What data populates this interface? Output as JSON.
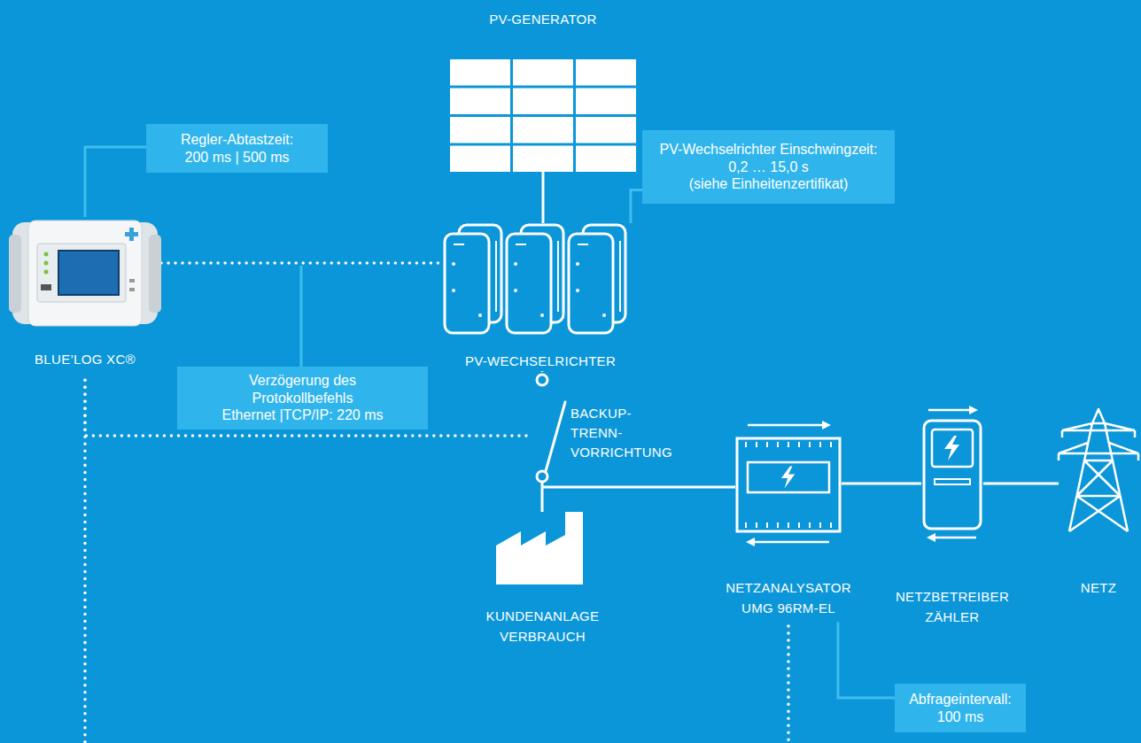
{
  "diagram": {
    "nodes": [
      {
        "text": [
          "PV-GENERATOR"
        ]
      },
      {
        "text": [
          "Regler-Abtastzeit: 200 ms | 500 ms"
        ]
      },
      {
        "text": [
          "PV-Wechselrichter Einschwingzeit: 0,2 … 15,0 s",
          "(siehe Einheitenzertifikat)"
        ]
      },
      {
        "text": [
          "BLUE’LOG XC®"
        ]
      },
      {
        "text": [
          "Verzögerung des Protokollbefehls",
          "Ethernet |TCP/IP: 220 ms"
        ]
      },
      {
        "text": [
          "PV-WECHSELRICHTER"
        ]
      },
      {
        "text": [
          "BACKUP- TRENN- VORRICHTUNG"
        ]
      },
      {
        "text": [
          "NETZANALYSATOR UMG 96RM-EL"
        ]
      },
      {
        "text": [
          "NETZBETREIBER ZÄHLER"
        ]
      },
      {
        "text": [
          "NETZ"
        ]
      },
      {
        "text": [
          "KUNDENANLAGE VERBRAUCH"
        ]
      },
      {
        "text": [
          "Abfrageintervall: 100 ms"
        ]
      }
    ],
    "edges": [
      {
        "from": 0,
        "to": 5,
        "arrow": "none"
      },
      {
        "from": 3,
        "to": 5,
        "arrow": "none"
      },
      {
        "from": 5,
        "to": 6,
        "arrow": "none"
      },
      {
        "from": 3,
        "to": 6,
        "arrow": "none"
      },
      {
        "from": 6,
        "to": 10,
        "arrow": "none"
      },
      {
        "from": 6,
        "to": 7,
        "arrow": "none"
      },
      {
        "from": 7,
        "to": 8,
        "arrow": "none"
      },
      {
        "from": 8,
        "to": 9,
        "arrow": "none"
      },
      {
        "from": 3,
        "to": 7,
        "arrow": "none"
      },
      {
        "from": 1,
        "to": 3,
        "arrow": "none"
      },
      {
        "from": 2,
        "to": 5,
        "arrow": "none"
      },
      {
        "from": 11,
        "to": 7,
        "arrow": "none"
      }
    ]
  }
}
